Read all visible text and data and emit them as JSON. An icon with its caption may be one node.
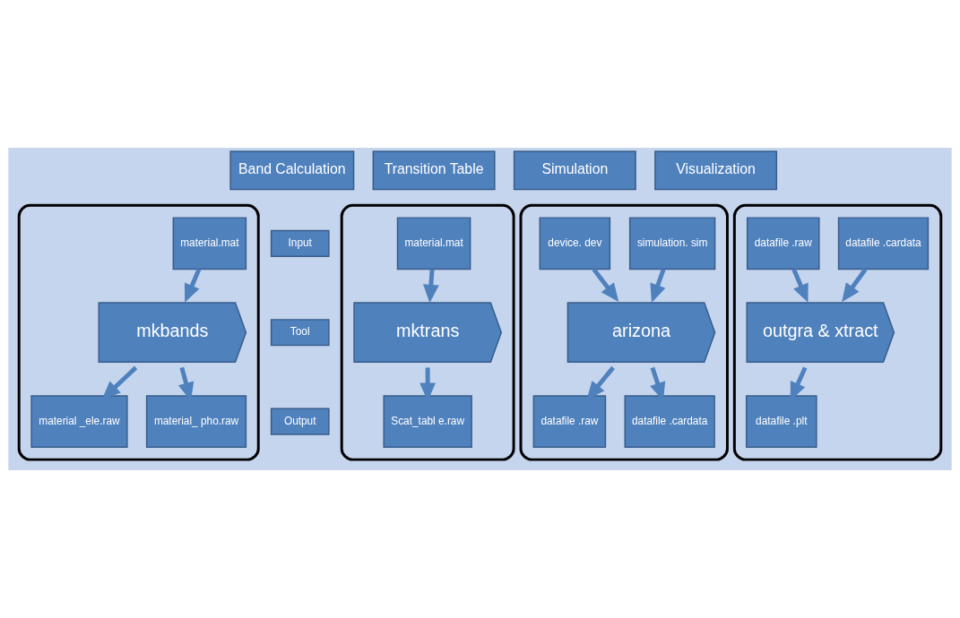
{
  "diagram": {
    "nodes": [
      {
        "text": [
          "Band Calculation"
        ]
      },
      {
        "text": [
          "Transition Table"
        ]
      },
      {
        "text": [
          "Simulation"
        ]
      },
      {
        "text": [
          "Visualization"
        ]
      },
      {
        "text": [
          "Input"
        ]
      },
      {
        "text": [
          "Tool"
        ]
      },
      {
        "text": [
          "Output"
        ]
      },
      {
        "text": [],
        "shape": "box"
      },
      {
        "text": [
          "material.mat"
        ],
        "in": 7
      },
      {
        "text": [
          "mkbands"
        ],
        "in": 7
      },
      {
        "text": [
          "material _ele.raw"
        ],
        "in": 7
      },
      {
        "text": [
          "material_ pho.raw"
        ],
        "in": 7
      },
      {
        "text": [],
        "shape": "box"
      },
      {
        "text": [
          "material.mat"
        ],
        "in": 12
      },
      {
        "text": [
          "mktrans"
        ],
        "in": 12
      },
      {
        "text": [
          "Scat_tabl e.raw"
        ],
        "in": 12
      },
      {
        "text": [],
        "shape": "box"
      },
      {
        "text": [
          "device. dev"
        ],
        "in": 16
      },
      {
        "text": [
          "simulation. sim"
        ],
        "in": 16
      },
      {
        "text": [
          "arizona"
        ],
        "in": 16
      },
      {
        "text": [
          "datafile .raw"
        ],
        "in": 16
      },
      {
        "text": [
          "datafile .cardata"
        ],
        "in": 16
      },
      {
        "text": [],
        "shape": "box"
      },
      {
        "text": [
          "datafile .raw"
        ],
        "in": 22
      },
      {
        "text": [
          "datafile .cardata"
        ],
        "in": 22
      },
      {
        "text": [
          "outgra & xtract"
        ],
        "in": 22
      },
      {
        "text": [
          "datafile .plt"
        ],
        "in": 22
      }
    ],
    "edges": [
      {
        "from": 8,
        "to": 9,
        "arrow": "to"
      },
      {
        "from": 9,
        "to": 10,
        "arrow": "to"
      },
      {
        "from": 9,
        "to": 11,
        "arrow": "to"
      },
      {
        "from": 13,
        "to": 14,
        "arrow": "to"
      },
      {
        "from": 14,
        "to": 15,
        "arrow": "to"
      },
      {
        "from": 17,
        "to": 19,
        "arrow": "to"
      },
      {
        "from": 18,
        "to": 19,
        "arrow": "to"
      },
      {
        "from": 19,
        "to": 20,
        "arrow": "to"
      },
      {
        "from": 19,
        "to": 21,
        "arrow": "to"
      },
      {
        "from": 23,
        "to": 25,
        "arrow": "to"
      },
      {
        "from": 24,
        "to": 25,
        "arrow": "to"
      },
      {
        "from": 25,
        "to": 26,
        "arrow": "to"
      }
    ]
  }
}
